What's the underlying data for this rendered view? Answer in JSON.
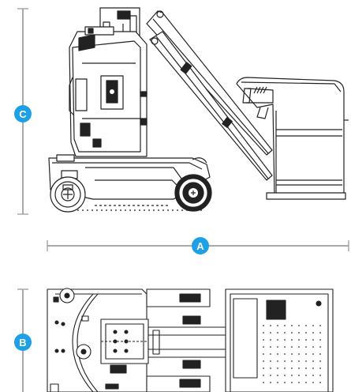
{
  "colors": {
    "accent": "#1ea0e6",
    "dimension_line": "#a9a9a9",
    "line_art": "#222222",
    "badge_text": "#ffffff"
  },
  "dimensions": {
    "height_label": "C",
    "length_label": "A",
    "width_label": "B"
  }
}
